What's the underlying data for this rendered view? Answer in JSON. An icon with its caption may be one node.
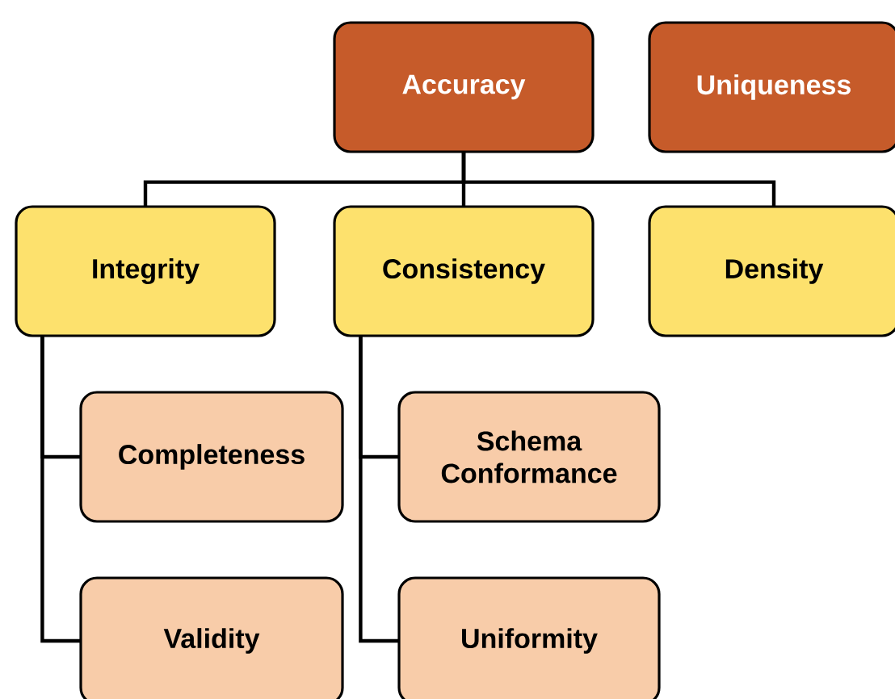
{
  "diagram": {
    "nodes": [
      {
        "text": [
          "Accuracy"
        ]
      },
      {
        "text": [
          "Uniqueness"
        ]
      },
      {
        "text": [
          "Integrity"
        ]
      },
      {
        "text": [
          "Consistency"
        ]
      },
      {
        "text": [
          "Density"
        ]
      },
      {
        "text": [
          "Completeness"
        ]
      },
      {
        "text": [
          "Schema Conformance"
        ]
      },
      {
        "text": [
          "Validity"
        ]
      },
      {
        "text": [
          "Uniformity"
        ]
      }
    ],
    "edges": [
      {
        "from": 0,
        "to": 2,
        "arrow": "none"
      },
      {
        "from": 0,
        "to": 3,
        "arrow": "none"
      },
      {
        "from": 0,
        "to": 4,
        "arrow": "none"
      },
      {
        "from": 2,
        "to": 5,
        "arrow": "none"
      },
      {
        "from": 2,
        "to": 7,
        "arrow": "none"
      },
      {
        "from": 3,
        "to": 6,
        "arrow": "none"
      },
      {
        "from": 3,
        "to": 8,
        "arrow": "none"
      }
    ]
  }
}
